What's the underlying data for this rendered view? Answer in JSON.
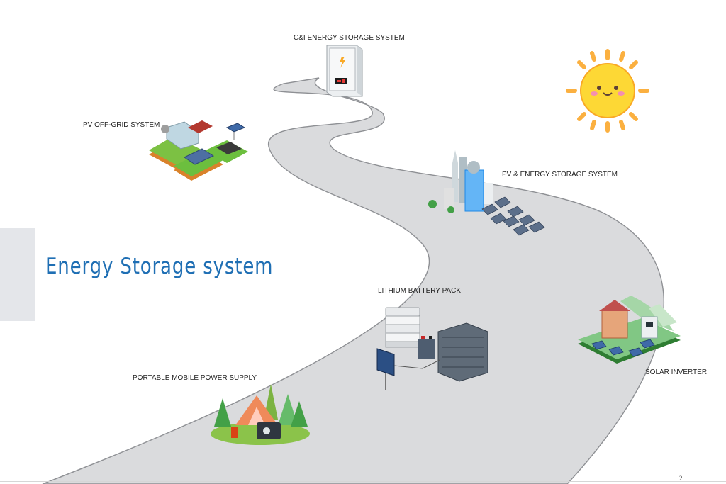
{
  "title": "Energy Storage system",
  "labels": {
    "ci_storage": "C&I ENERGY STORAGE SYSTEM",
    "pv_offgrid": "PV OFF-GRID SYSTEM",
    "pv_storage": "PV & ENERGY STORAGE SYSTEM",
    "lithium_pack": "LITHIUM BATTERY PACK",
    "portable_power": "PORTABLE MOBILE POWER SUPPLY",
    "solar_inverter": "SOLAR INVERTER"
  },
  "page_number": "2",
  "icons": {
    "sun": "smiling-sun-icon",
    "ci_cabinet": "storage-cabinet-icon",
    "offgrid": "farm-solar-island-icon",
    "city": "city-solar-array-icon",
    "battery": "battery-pack-icon",
    "camping": "camping-power-station-icon",
    "inverter": "house-inverter-icon"
  },
  "colors": {
    "title_blue": "#1f6fb4",
    "road_gray": "#dadbdd",
    "road_edge": "#8e9094",
    "sun_yellow": "#fbc02d",
    "grass_green": "#6cbf3e"
  }
}
